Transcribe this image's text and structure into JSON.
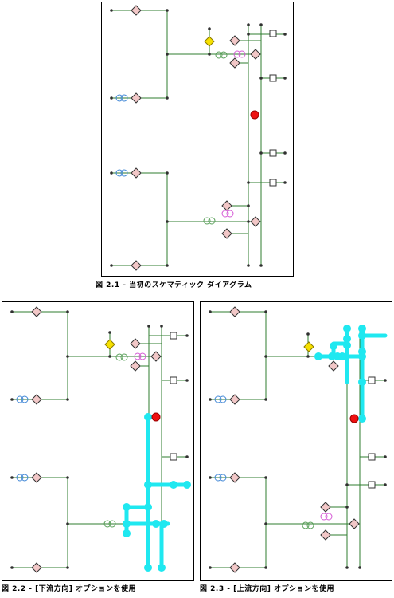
{
  "figures": [
    {
      "id": "fig1",
      "caption": "図 2.1 - 当初のスケマティック ダイアグラム"
    },
    {
      "id": "fig2",
      "caption": "図 2.2 - [下流方向] オプションを使用"
    },
    {
      "id": "fig3",
      "caption": "図 2.3 - [上流方向] オプションを使用"
    }
  ],
  "colors": {
    "wire": "#2f7d2f",
    "highlight": "#1fe8f0",
    "node": "#f2c7c7",
    "source": "#ee1111",
    "feeder": "#f6e000"
  }
}
